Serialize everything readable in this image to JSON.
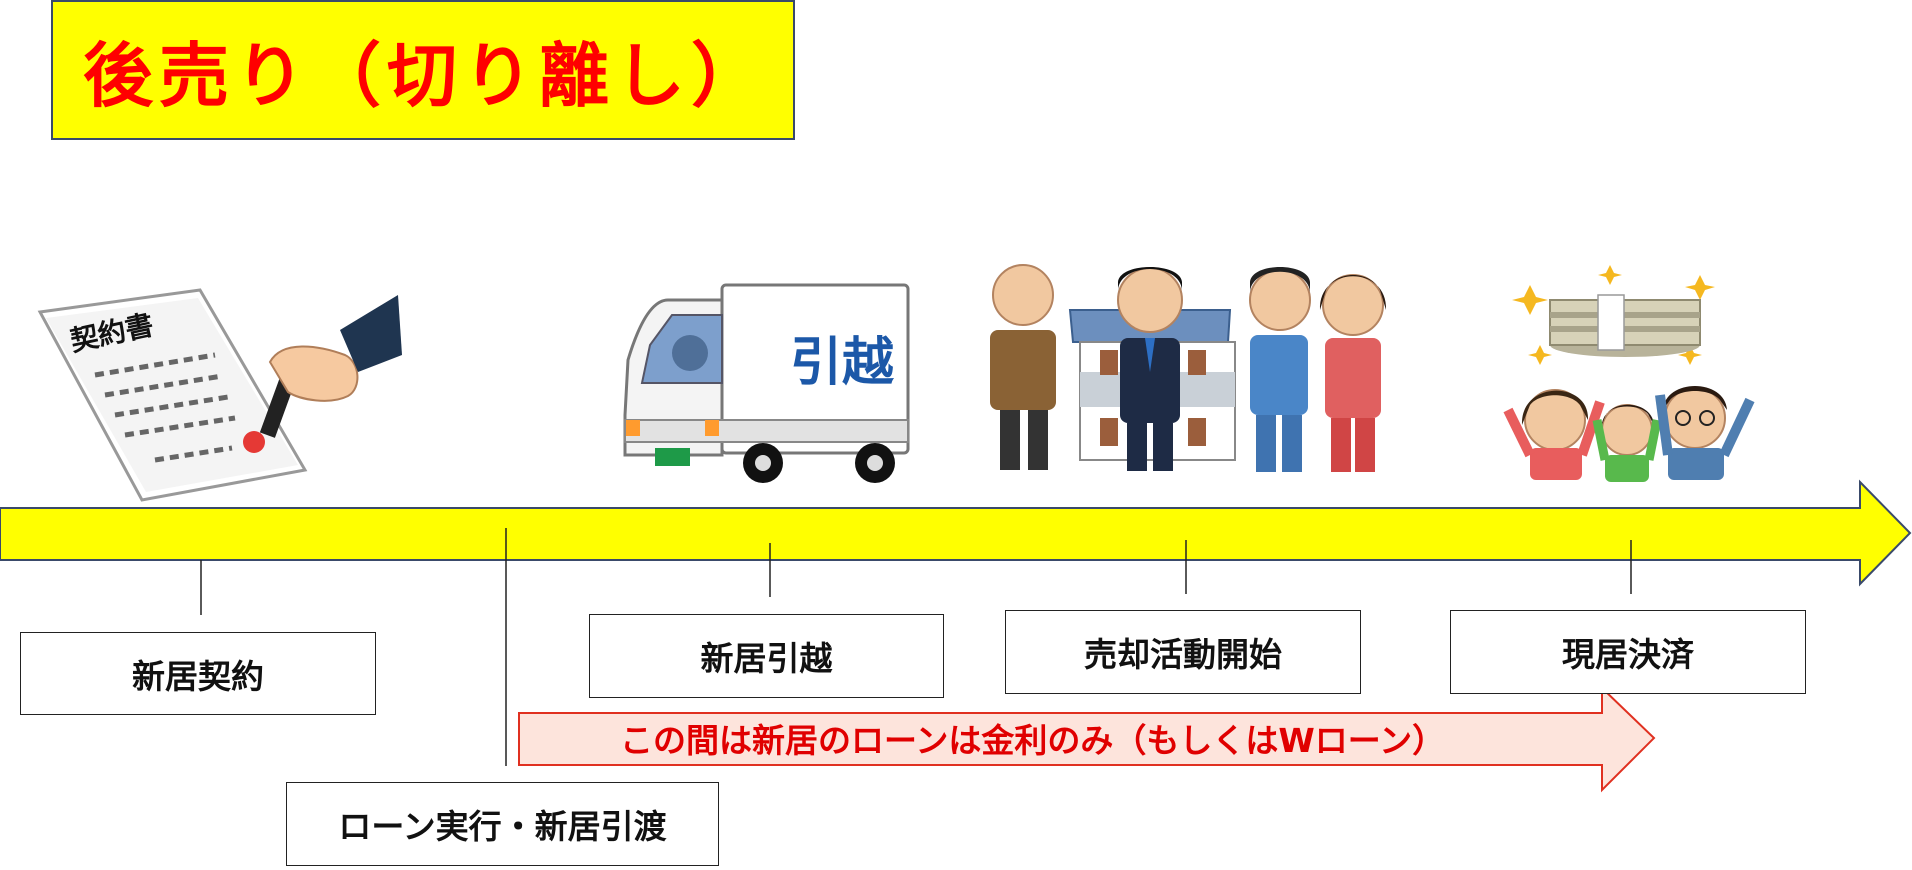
{
  "title": "後売り（切り離し）",
  "colors": {
    "title_bg": "#ffff00",
    "title_text": "#ff0000",
    "timeline_fill": "#ffff00",
    "timeline_stroke": "#3a4a6a",
    "note_fill": "#fde4dc",
    "note_stroke": "#e03020",
    "note_text": "#e00000"
  },
  "milestones": [
    {
      "label": "新居契約",
      "illustration": "contract-signing-icon"
    },
    {
      "label": "ローン実行・新居引渡",
      "illustration": ""
    },
    {
      "label": "新居引越",
      "illustration": "moving-truck-icon"
    },
    {
      "label": "売却活動開始",
      "illustration": "house-sale-people-icon"
    },
    {
      "label": "現居決済",
      "illustration": "money-family-icon"
    }
  ],
  "illustration_text": {
    "contract": "契約書",
    "truck": "引越"
  },
  "note": "この間は新居のローンは金利のみ（もしくはWローン）"
}
